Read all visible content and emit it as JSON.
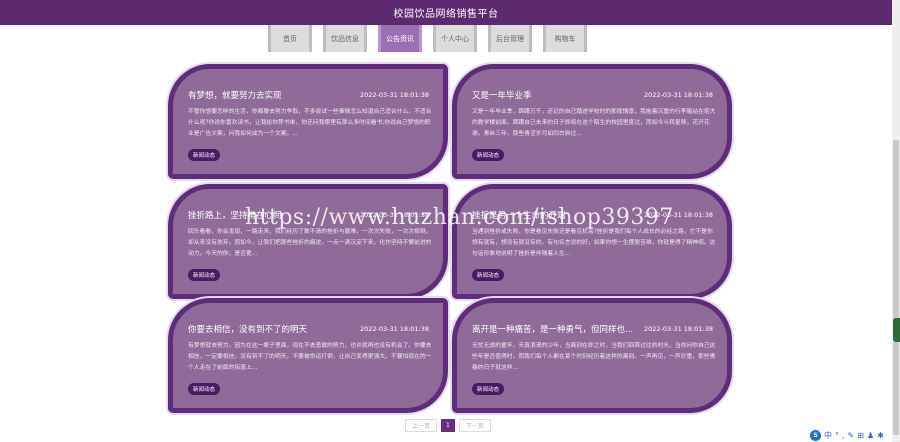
{
  "app": {
    "title": "校园饮品网络销售平台"
  },
  "nav": {
    "tabs": [
      {
        "label": "首页",
        "active": false
      },
      {
        "label": "饮品信息",
        "active": false
      },
      {
        "label": "公告资讯",
        "active": true
      },
      {
        "label": "个人中心",
        "active": false
      },
      {
        "label": "后台管理",
        "active": false
      },
      {
        "label": "购物车",
        "active": false
      }
    ]
  },
  "cards": [
    {
      "title": "有梦想，就要努力去实现",
      "date": "2022-03-31 18:01:38",
      "body": "不管你想要怎样的生活，你都要去努力争取，不多尝试一些事情怎么知道自己适合什么，不适合什么呢?你说你喜欢读书，让我给你荐书单，你还问我哪里有那么多时间看书;你说自己梦想的职业是广告文案，问我如何成为一个文案。...",
      "tag": "新闻动态"
    },
    {
      "title": "又是一年毕业季",
      "date": "2022-03-31 18:01:38",
      "body": "又是一年毕业季，踌躇万千，还记的自己踏进学校时的那般情景，我拖着沉重的行李箱站在偌大的教学楼前面，踌躇自己未来的日子即将在这个陌生的校园里度过，而如今斗转星移，花开花谢，青丝三年，那些青涩岁月如同白驹过...",
      "tag": "新闻动态"
    },
    {
      "title": "挫折路上，坚持常在心间",
      "date": "2022-03-31 18:01:38",
      "body": "回头看看，你会发现，一路走来，我们经历了数不清的挫折与磨难，一次次失败，一次次摔倒，却从来没有放弃。而如今，让我们把那些挫折的痕迹，一点一滴沉淀下来，化作坚持不懈前进的动力。今天的你，是否更...",
      "tag": "新闻动态"
    },
    {
      "title": "挫折是另一个生命的开端",
      "date": "2022-03-31 18:01:38",
      "body": "当遇到挫折或失败，你是看见失败还是看见机会?挫折是我们每个人成长的必经之路，它不是你想有就有，想没有就没有的。有句名言说的好，如果你想一生摆脱苦难，你就是得了精神病。这句话形象地说明了挫折是伴随着人生...",
      "tag": "新闻动态"
    },
    {
      "title": "你要去相信，没有到不了的明天",
      "date": "2022-03-31 18:01:38",
      "body": "有梦想就去努力，因为在这一辈子里面，现在不去勇敢的努力，也许就再也没有机会了。你要去相信，一定要相信，没有到不了的明天。不要被命运打倒，让自己变得更强大。不要怕现在的一个人走在了前面的街道上...",
      "tag": "新闻动态"
    },
    {
      "title": "离开是一种痛苦，是一种勇气，但同样也...",
      "date": "2022-03-31 18:01:38",
      "body": "无忧无虑的童年，天真浪漫的少年，当离别在即之时，当我们回首过往的时光，当你问你自己这些年是否值得时，而我们每个人都在某个时刻经历着这样的离别。一声再见，一声珍重，那些青春的日子就这样...",
      "tag": "新闻动态"
    }
  ],
  "watermark": "https://www.huzhan.com/ishop39397",
  "pagination": {
    "prev": "上一页",
    "current": "1",
    "next": "下一页"
  },
  "toolbar": {
    "items": [
      "中",
      "°",
      ",",
      "✎",
      "⊞",
      "♟",
      "✱"
    ]
  },
  "colors": {
    "header": "#5d2a6f",
    "card_fill": "#906a99",
    "card_border": "#5f2c7c",
    "active_tab": "#9a6fb3"
  }
}
